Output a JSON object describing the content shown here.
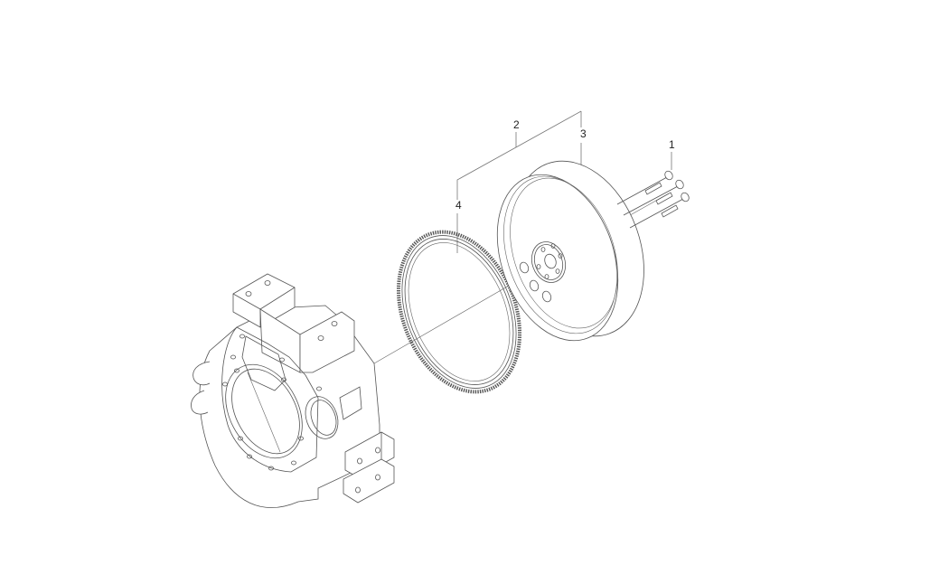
{
  "diagram": {
    "type": "exploded-parts-view",
    "background": "#ffffff",
    "line_color": "#555555",
    "callouts": [
      {
        "id": "1",
        "label": "1",
        "part": "flywheel-bolts"
      },
      {
        "id": "2",
        "label": "2",
        "part": "flywheel-assembly"
      },
      {
        "id": "3",
        "label": "3",
        "part": "flywheel"
      },
      {
        "id": "4",
        "label": "4",
        "part": "ring-gear"
      }
    ],
    "parts": [
      {
        "name": "flywheel-housing",
        "callout": null
      },
      {
        "name": "ring-gear",
        "callout": "4"
      },
      {
        "name": "flywheel",
        "callout": "3"
      },
      {
        "name": "bolts",
        "callout": "1",
        "count": 3
      }
    ]
  }
}
